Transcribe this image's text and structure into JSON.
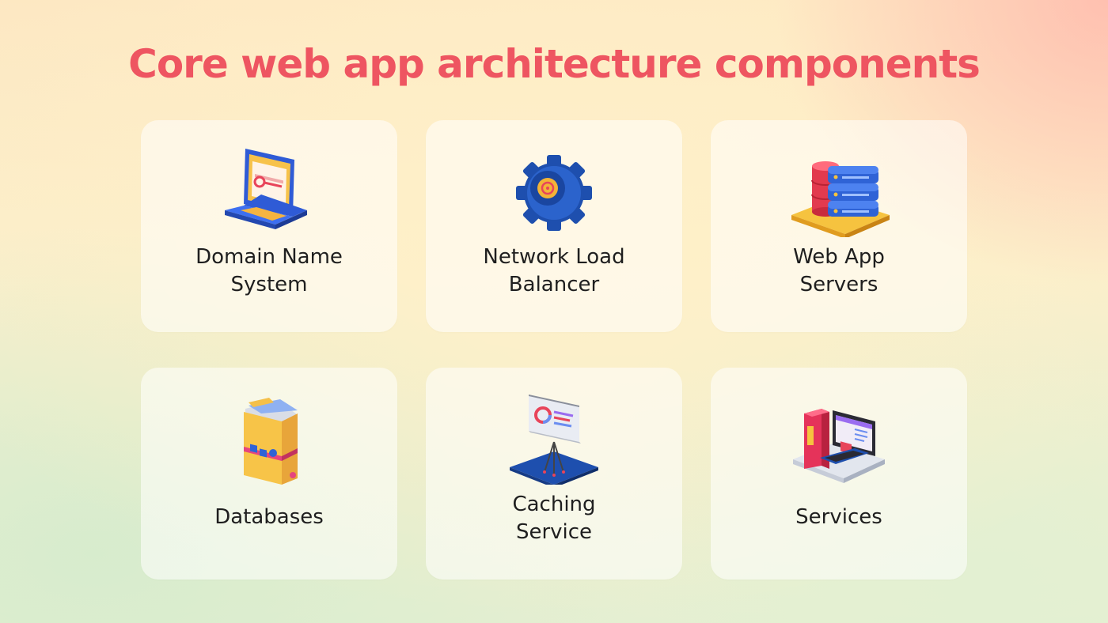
{
  "title": "Core web app architecture components",
  "cards": [
    {
      "lines": [
        "Domain Name",
        "System"
      ],
      "icon": "laptop-icon"
    },
    {
      "lines": [
        "Network Load",
        "Balancer"
      ],
      "icon": "gear-icon"
    },
    {
      "lines": [
        "Web App",
        "Servers"
      ],
      "icon": "server-stack-icon"
    },
    {
      "lines": [
        "Databases"
      ],
      "icon": "folder-icon"
    },
    {
      "lines": [
        "Caching",
        "Service"
      ],
      "icon": "presentation-board-icon"
    },
    {
      "lines": [
        "Services"
      ],
      "icon": "desktop-computer-icon"
    }
  ],
  "colors": {
    "title": "#ee5561",
    "label": "#1f1f1f",
    "card": "#fffaf0"
  }
}
